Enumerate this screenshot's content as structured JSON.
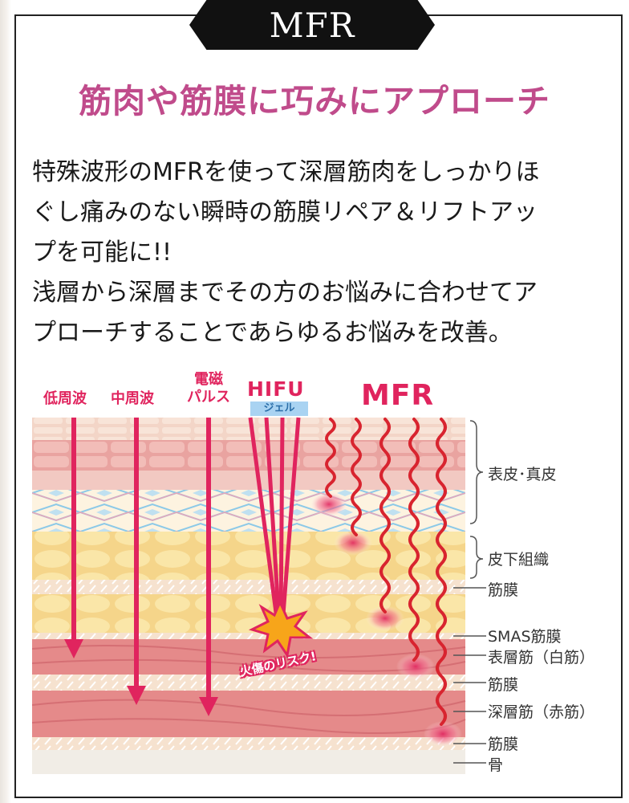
{
  "badge": {
    "text": "MFR"
  },
  "headline": "筋肉や筋膜に巧みにアプローチ",
  "body": {
    "lines": [
      "特殊波形のMFRを使って深層筋肉をしっかりほ",
      "ぐし痛みのない瞬時の筋膜リペア＆リフトアッ",
      "プを可能に!!",
      "浅層から深層までその方のお悩みに合わせてア",
      "プローチすることであらゆるお悩みを改善。"
    ]
  },
  "diagram": {
    "techniques": {
      "low_freq": "低周波",
      "mid_freq": "中周波",
      "em_pulse_line1": "電磁",
      "em_pulse_line2": "パルス",
      "hifu": "HIFU",
      "gel": "ジェル",
      "mfr": "MFR"
    },
    "risk": "火傷のリスク!",
    "layers": [
      "表皮･真皮",
      "皮下組織",
      "筋膜",
      "SMAS筋膜",
      "表層筋（白筋）",
      "筋膜",
      "深層筋（赤筋）",
      "筋膜",
      "骨"
    ],
    "colors": {
      "accent": "#e0245e",
      "headline": "#c04b8b",
      "skin": "#f2c9c2",
      "fat": "#f7dc92",
      "muscle": "#e58a8a",
      "bone": "#f1ede6"
    }
  }
}
